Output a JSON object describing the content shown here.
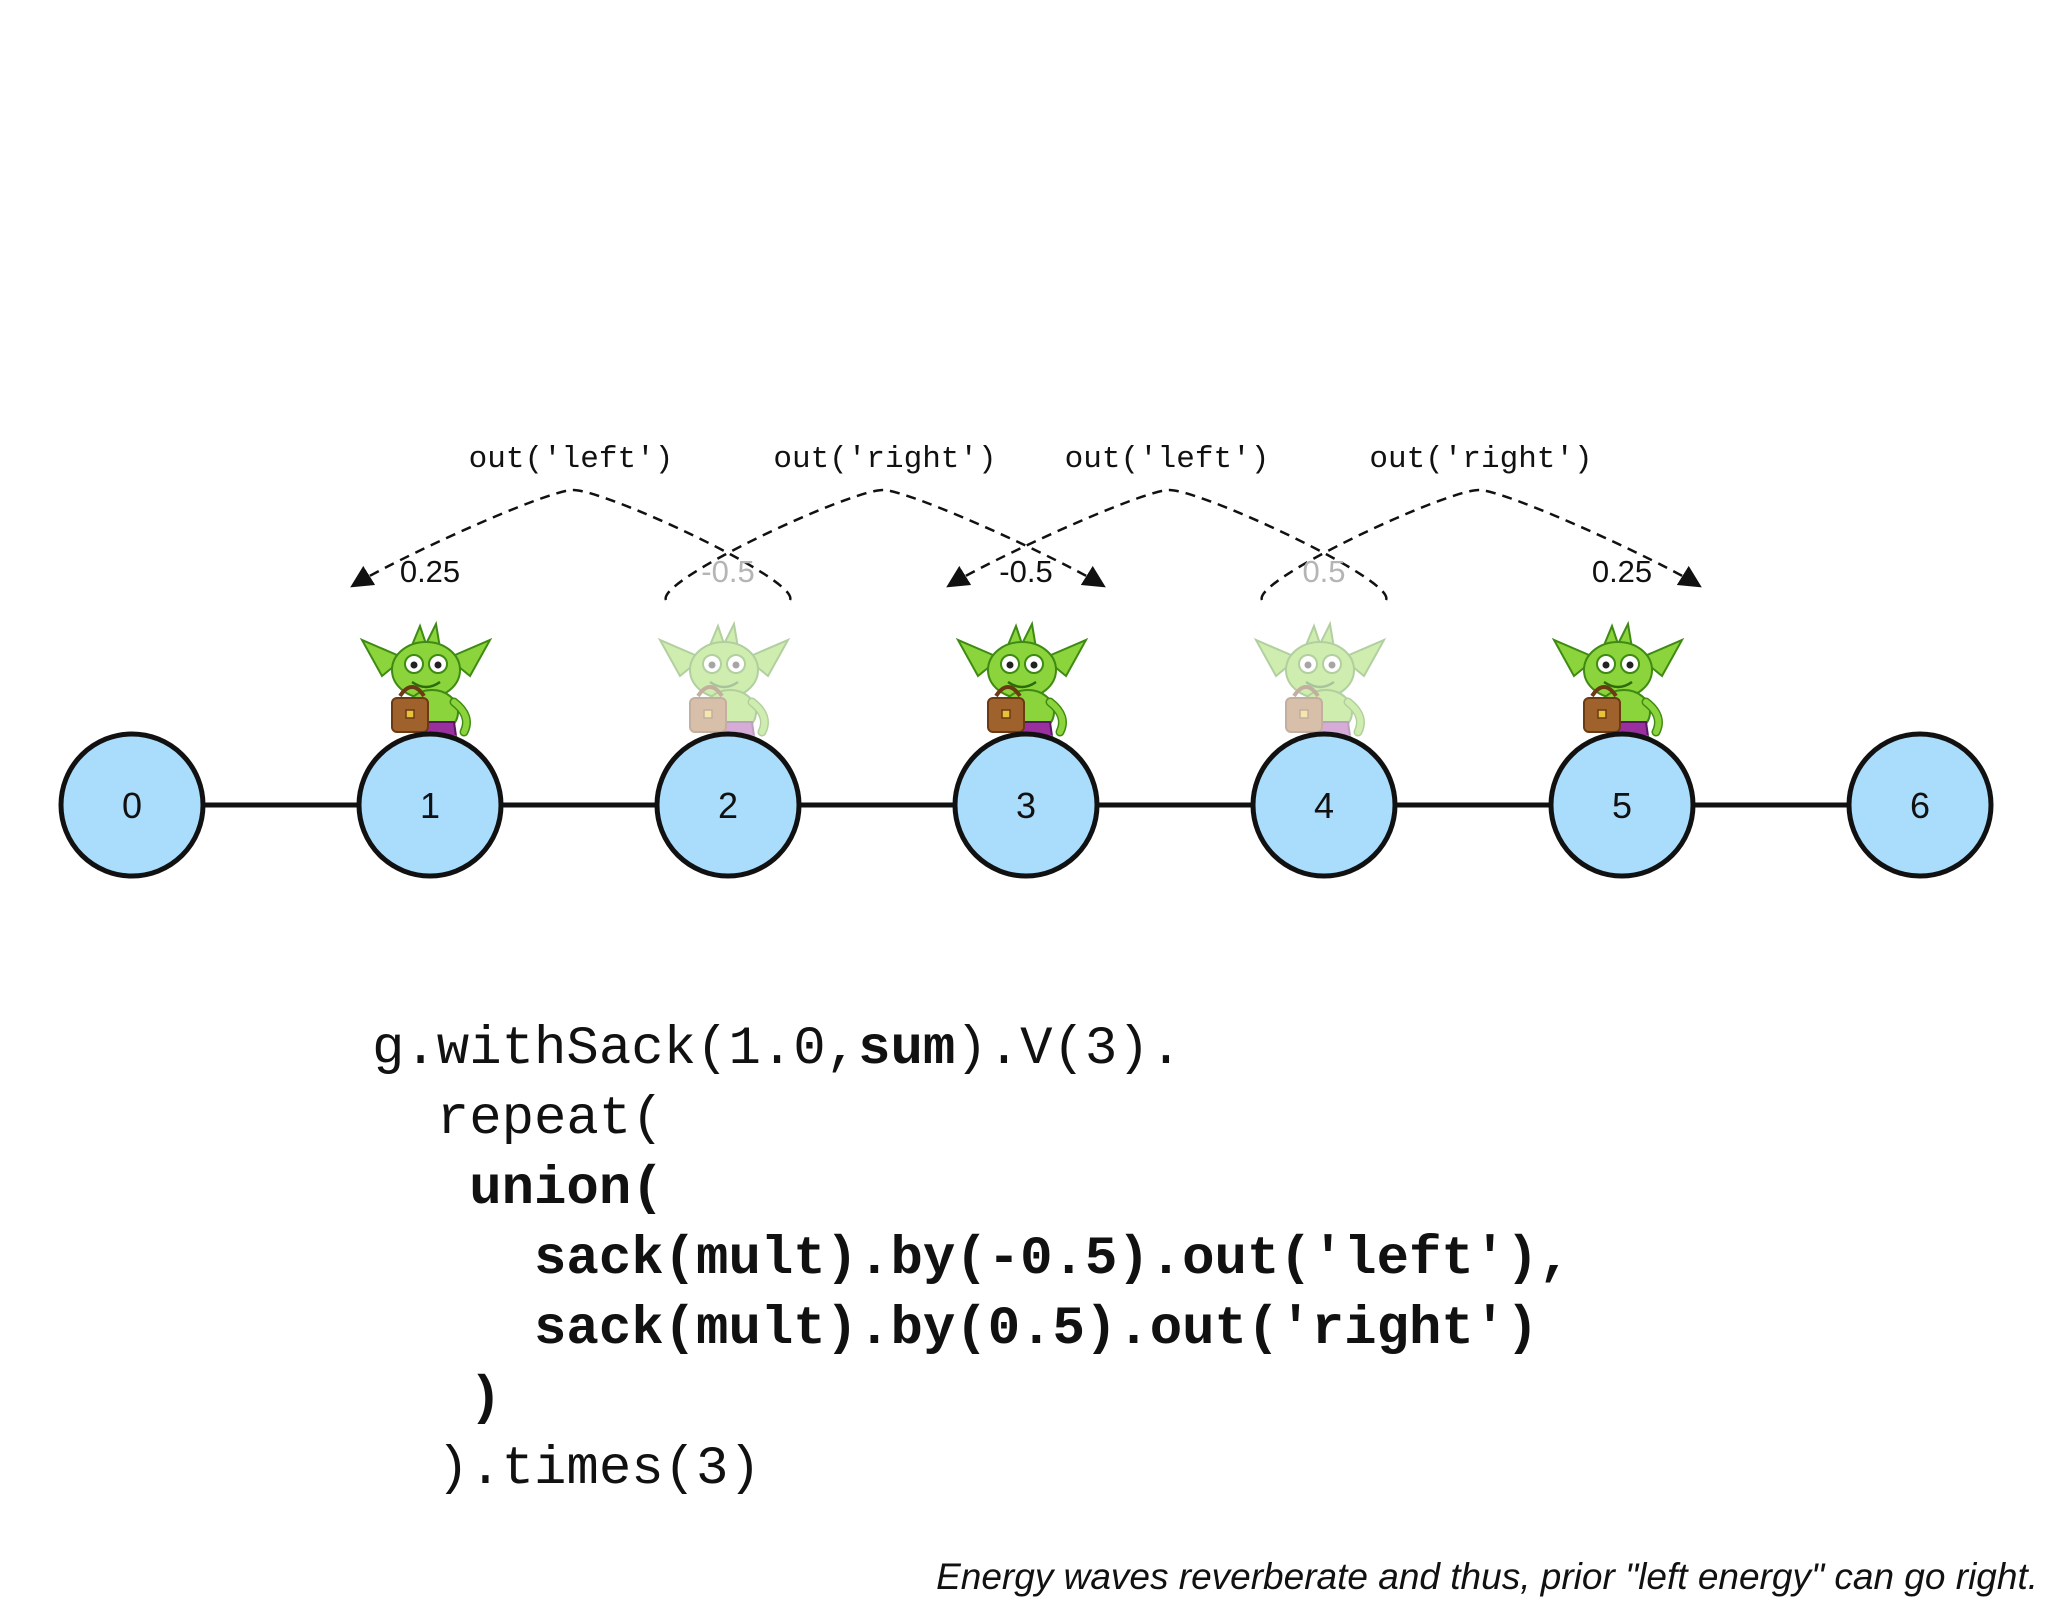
{
  "nodes": [
    {
      "label": "0"
    },
    {
      "label": "1"
    },
    {
      "label": "2"
    },
    {
      "label": "3"
    },
    {
      "label": "4"
    },
    {
      "label": "5"
    },
    {
      "label": "6"
    }
  ],
  "traversers": [
    {
      "node": 1,
      "sack": "0.25",
      "faded": false
    },
    {
      "node": 2,
      "sack": "-0.5",
      "faded": true
    },
    {
      "node": 3,
      "sack": "-0.5",
      "faded": false
    },
    {
      "node": 4,
      "sack": "0.5",
      "faded": true
    },
    {
      "node": 5,
      "sack": "0.25",
      "faded": false
    }
  ],
  "arcs": [
    {
      "label": "out('left')",
      "from": 2,
      "to": 1
    },
    {
      "label": "out('right')",
      "from": 2,
      "to": 3
    },
    {
      "label": "out('left')",
      "from": 4,
      "to": 3
    },
    {
      "label": "out('right')",
      "from": 4,
      "to": 5
    }
  ],
  "code": [
    [
      {
        "t": "g.withSack(1.0,",
        "b": false
      },
      {
        "t": "sum",
        "b": true
      },
      {
        "t": ").V(3).",
        "b": false
      }
    ],
    [
      {
        "t": "  repeat(",
        "b": false
      }
    ],
    [
      {
        "t": "   union(",
        "b": true
      }
    ],
    [
      {
        "t": "     sack(mult).by(-0.5).out('left'),",
        "b": true
      }
    ],
    [
      {
        "t": "     sack(mult).by(0.5).out('right')",
        "b": true
      }
    ],
    [
      {
        "t": "   )",
        "b": true
      }
    ],
    [
      {
        "t": "  ).times(3)",
        "b": false
      }
    ]
  ],
  "caption": "Energy waves reverberate and thus, prior \"left energy\" can go right.",
  "colors": {
    "node_fill": "#aadcfc",
    "node_stroke": "#111111",
    "goblin_green": "#8bd43c",
    "goblin_dark": "#3e8a12",
    "bag_brown": "#a0622d",
    "pants_purple": "#9a2fa0",
    "faded_text": "#b5b5b5"
  }
}
